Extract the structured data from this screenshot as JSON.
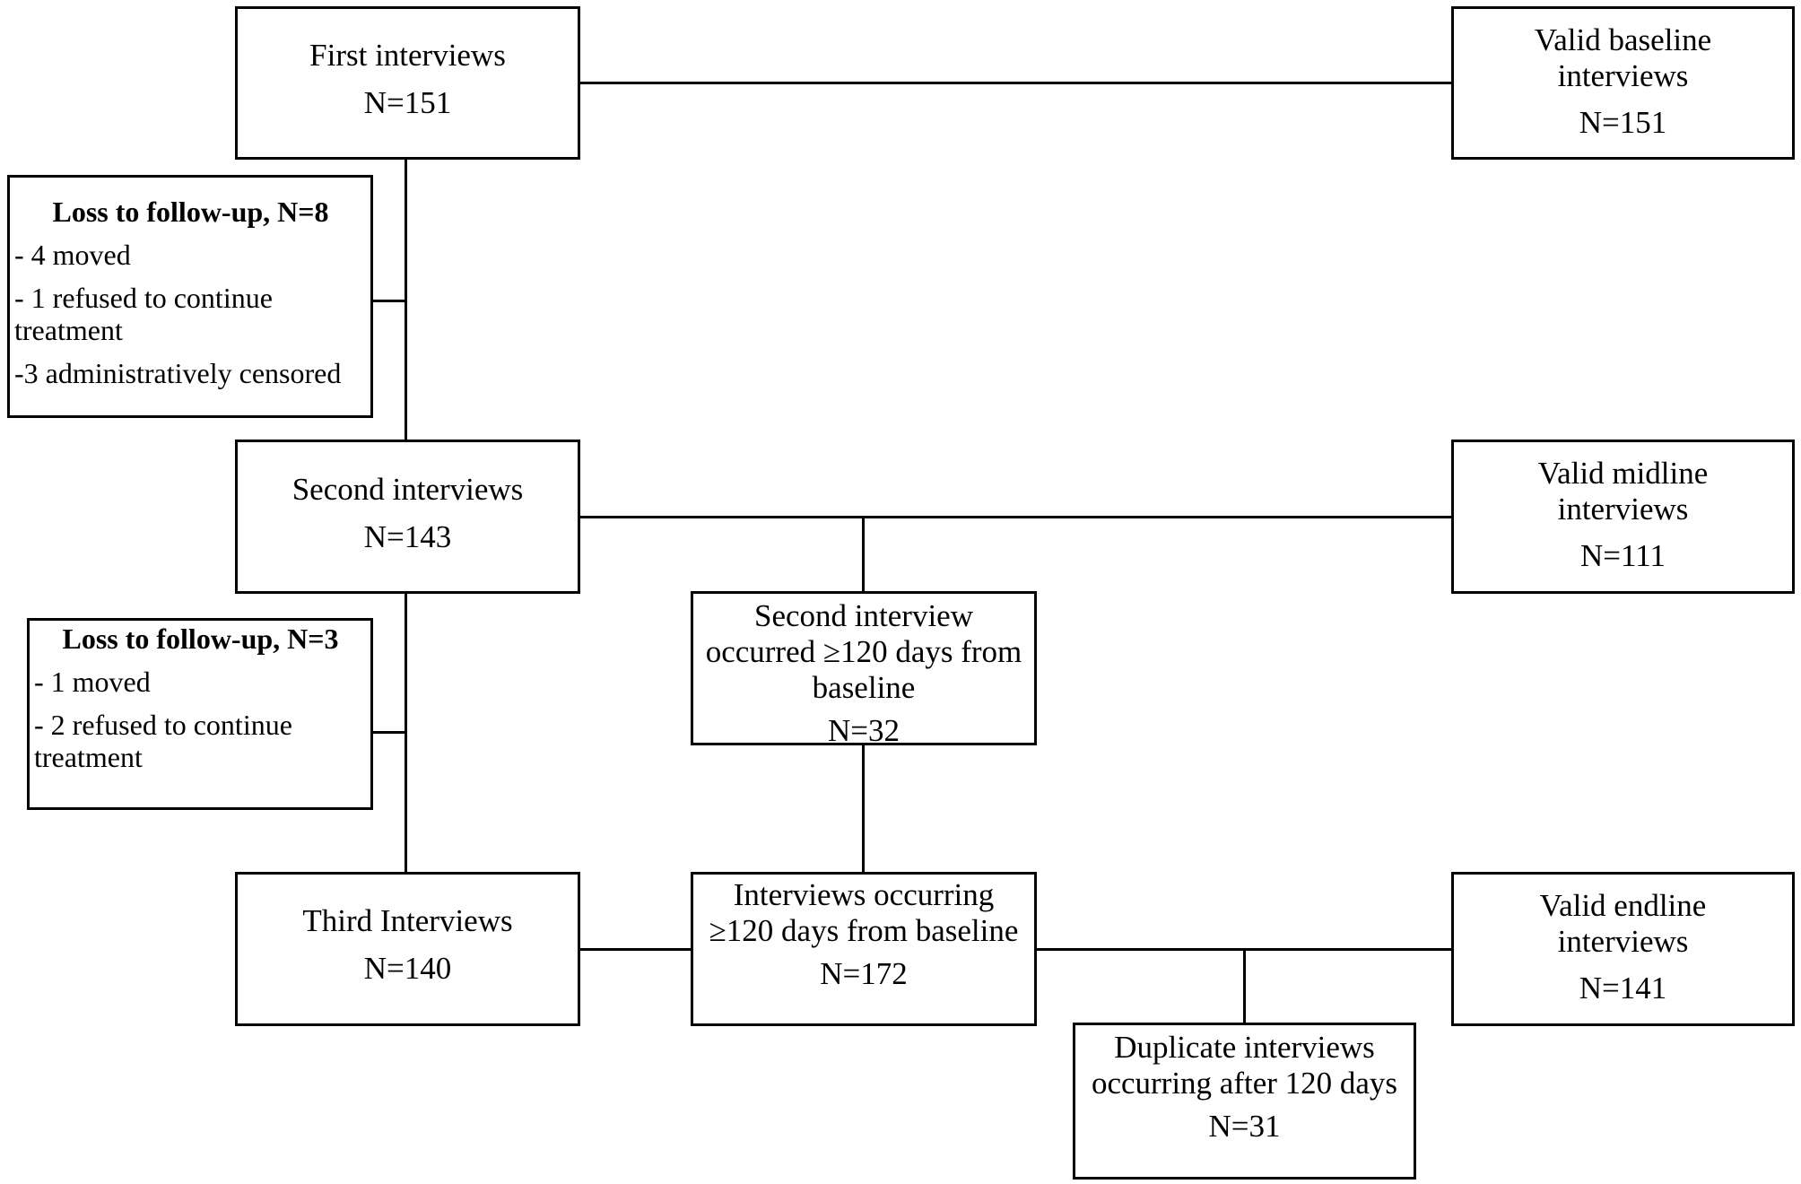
{
  "nodes": {
    "first": {
      "label": "First interviews",
      "count": "N=151"
    },
    "valid_baseline": {
      "label": "Valid baseline interviews",
      "count": "N=151"
    },
    "loss1": {
      "title": "Loss to follow-up, N=8",
      "items": [
        "- 4 moved",
        "- 1 refused to continue treatment",
        "-3 administratively censored"
      ]
    },
    "second": {
      "label": "Second interviews",
      "count": "N=143"
    },
    "valid_midline": {
      "label": "Valid midline interviews",
      "count": "N=111"
    },
    "second_120": {
      "label": "Second interview occurred ≥120 days from baseline",
      "count": "N=32"
    },
    "loss2": {
      "title": "Loss to follow-up, N=3",
      "items": [
        "- 1 moved",
        "- 2 refused to continue treatment"
      ]
    },
    "third": {
      "label": "Third Interviews",
      "count": "N=140"
    },
    "occurring_120": {
      "label": "Interviews occurring ≥120 days from baseline",
      "count": "N=172"
    },
    "valid_endline": {
      "label": "Valid endline interviews",
      "count": "N=141"
    },
    "duplicate": {
      "label": "Duplicate interviews occurring after 120 days",
      "count": "N=31"
    }
  },
  "edges": [
    {
      "from": "first",
      "to": "valid_baseline"
    },
    {
      "from": "first",
      "to": "second"
    },
    {
      "from": "loss1",
      "to": "first-second-line"
    },
    {
      "from": "second",
      "to": "valid_midline"
    },
    {
      "from": "second",
      "to": "second_120"
    },
    {
      "from": "second",
      "to": "third"
    },
    {
      "from": "loss2",
      "to": "second-third-line"
    },
    {
      "from": "second_120",
      "to": "occurring_120"
    },
    {
      "from": "third",
      "to": "occurring_120"
    },
    {
      "from": "occurring_120",
      "to": "valid_endline"
    },
    {
      "from": "occurring_120",
      "to": "duplicate"
    }
  ]
}
